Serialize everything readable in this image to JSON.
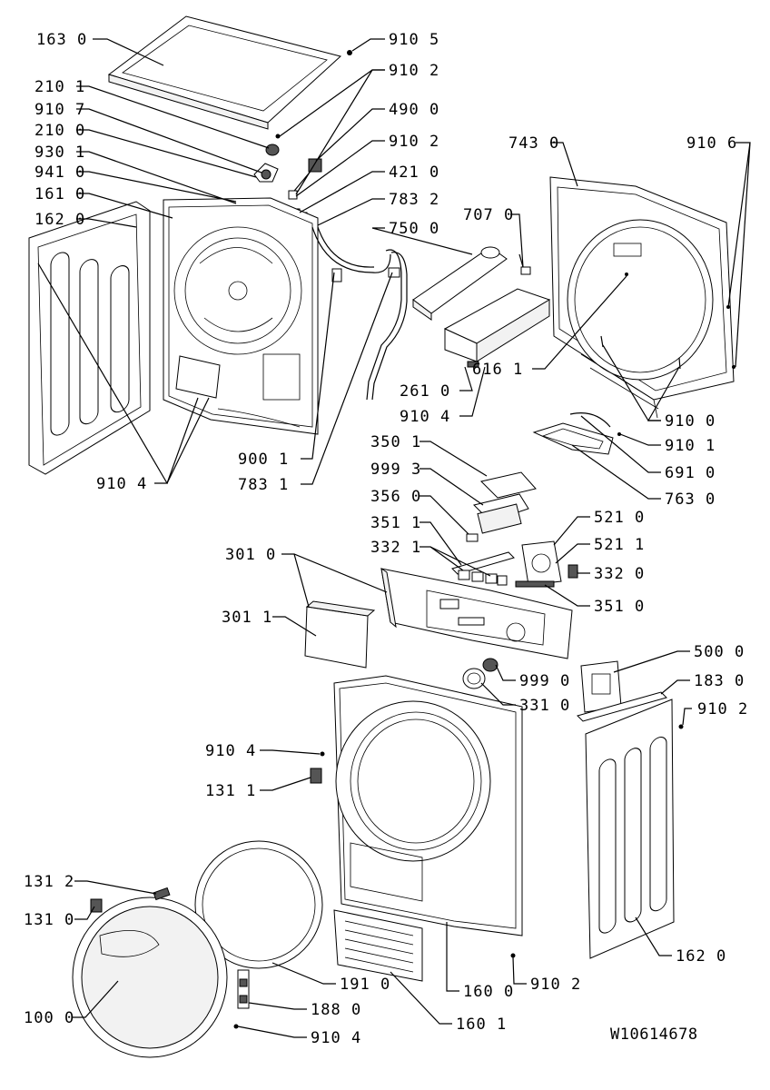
{
  "labels": {
    "l1630": "163 0",
    "l9105": "910 5",
    "l2101": "210 1",
    "l9102a": "910 2",
    "l9107": "910 7",
    "l4900": "490 0",
    "l2100": "210 0",
    "l9102b": "910 2",
    "l9301": "930 1",
    "l7430": "743 0",
    "l9106": "910 6",
    "l9410": "941 0",
    "l4210": "421 0",
    "l1610": "161 0",
    "l7832": "783 2",
    "l1620a": "162 0",
    "l7070": "707 0",
    "l7500": "750 0",
    "l2610": "261 0",
    "l6161": "616 1",
    "l9104a": "910 4",
    "l9100": "910 0",
    "l9101": "910 1",
    "l9001": "900 1",
    "l6910": "691 0",
    "l9104b": "910 4",
    "l7831": "783 1",
    "l7630": "763 0",
    "l3501": "350 1",
    "l9993": "999 3",
    "l3560": "356 0",
    "l5210": "521 0",
    "l3511": "351 1",
    "l5211": "521 1",
    "l3010": "301 0",
    "l3321": "332 1",
    "l3320": "332 0",
    "l3510": "351 0",
    "l3011": "301 1",
    "l5000": "500 0",
    "l9990": "999 0",
    "l1830": "183 0",
    "l3310": "331 0",
    "l9102c": "910 2",
    "l9104c": "910 4",
    "l1311": "131 1",
    "l1312": "131 2",
    "l1310": "131 0",
    "l1620b": "162 0",
    "l1910": "191 0",
    "l1600": "160 0",
    "l9102d": "910 2",
    "l1880": "188 0",
    "l1000": "100 0",
    "l1601": "160 1",
    "l9104d": "910 4",
    "docid": "W10614678"
  }
}
